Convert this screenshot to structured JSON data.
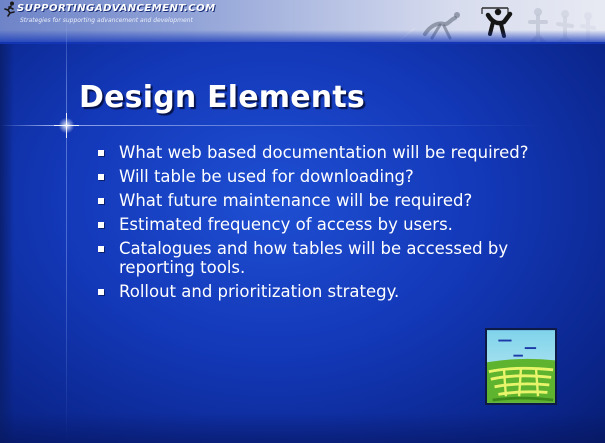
{
  "header": {
    "site_name": "SUPPORTINGADVANCEMENT.COM",
    "tagline": "Strategies for supporting advancement and development"
  },
  "slide": {
    "title": "Design Elements",
    "bullets": [
      "What web based documentation will be required?",
      "Will table be used for downloading?",
      "What future maintenance will be required?",
      "Estimated frequency of access by users.",
      "Catalogues and how tables will be accessed by reporting tools.",
      "Rollout and prioritization strategy."
    ]
  },
  "icons": {
    "logo": "runner-logo-icon",
    "banner_art": "athletes-silhouette-icon",
    "clipart": "maze-landscape-icon"
  },
  "colors": {
    "background": "#1338b8",
    "text": "#ffffff",
    "banner": "#b7c2e4"
  }
}
